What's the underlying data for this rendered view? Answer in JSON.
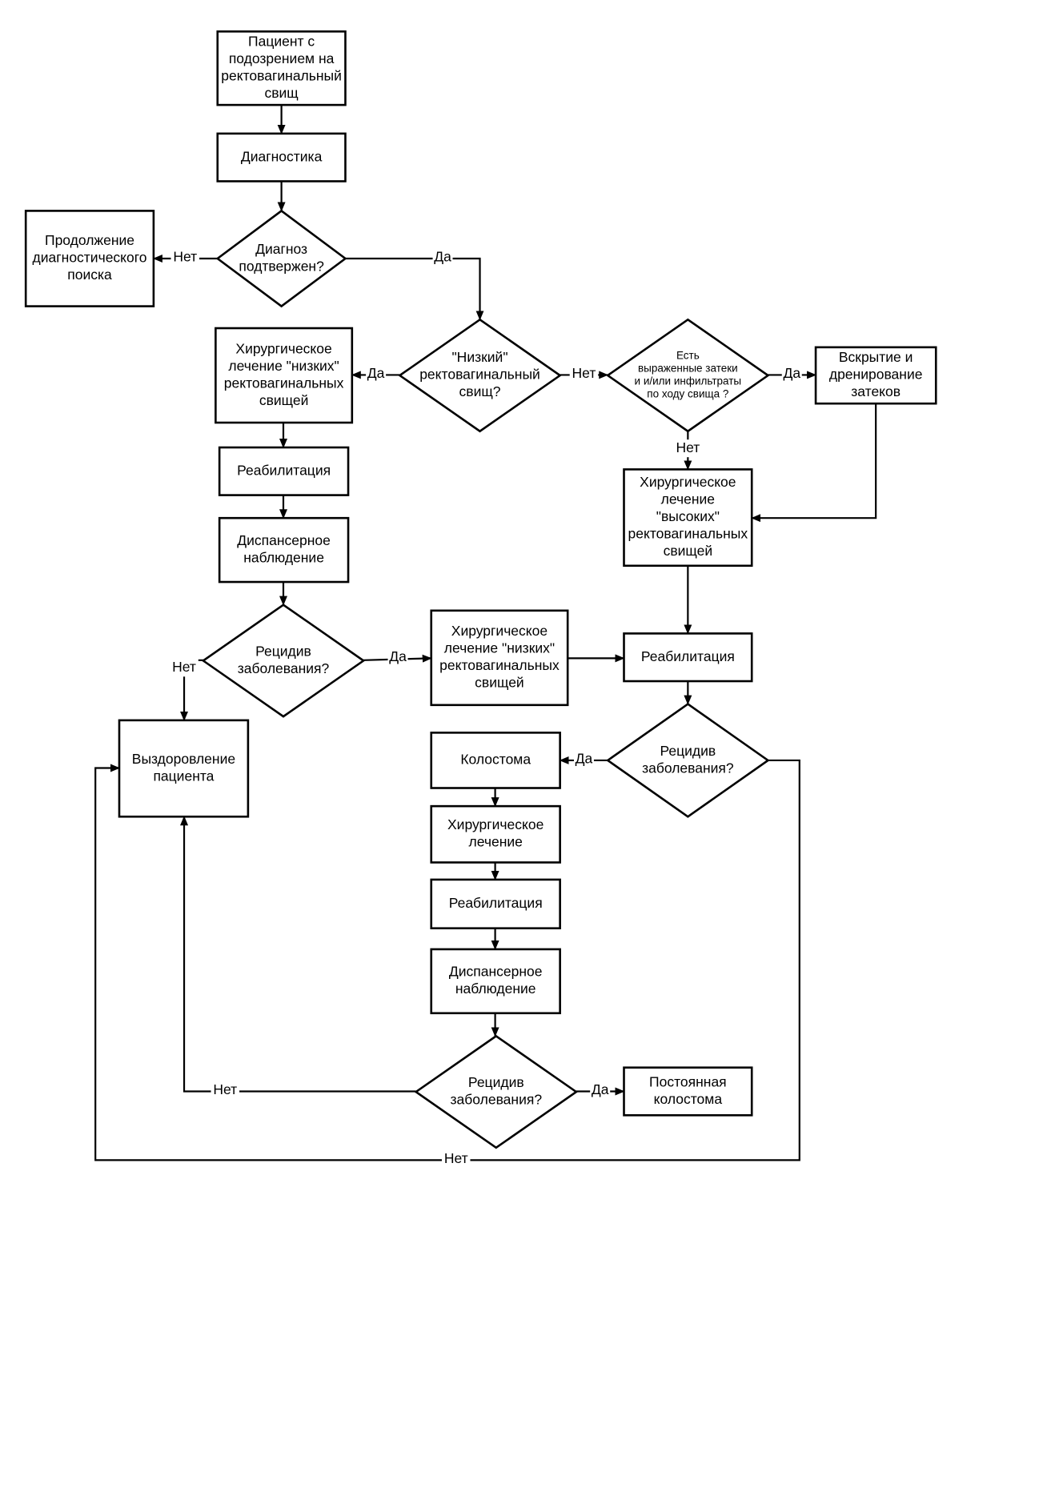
{
  "nodes": {
    "patient": {
      "shape": "box",
      "lines": [
        "Пациент с",
        "подозрением на",
        "ректовагинальный",
        "свищ"
      ]
    },
    "diagnostics": {
      "shape": "box",
      "lines": [
        "Диагностика"
      ]
    },
    "diagnosis_confirmed": {
      "shape": "diamond",
      "lines": [
        "Диагноз",
        "подтвержен?"
      ]
    },
    "continue_search": {
      "shape": "box",
      "lines": [
        "Продолжение",
        "диагностического",
        "поиска"
      ]
    },
    "low_fistula": {
      "shape": "diamond",
      "lines": [
        "\"Низкий\"",
        "ректовагинальный",
        "свищ?"
      ]
    },
    "surgery_low_1": {
      "shape": "box",
      "lines": [
        "Хирургическое",
        "лечение  \"низких\"",
        "ректовагинальных",
        "свищей"
      ]
    },
    "streaks": {
      "shape": "diamond",
      "small": true,
      "lines": [
        "Есть",
        "выраженные затеки",
        "и и/или инфильтраты",
        "по ходу свища ?"
      ]
    },
    "drainage": {
      "shape": "box",
      "lines": [
        "Вскрытие и",
        "дренирование",
        "затеков"
      ]
    },
    "rehab_1": {
      "shape": "box",
      "lines": [
        "Реабилитация"
      ]
    },
    "surgery_high": {
      "shape": "box",
      "lines": [
        "Хирургическое",
        "лечение",
        "\"высоких\"",
        "ректовагинальных",
        "свищей"
      ]
    },
    "followup_1": {
      "shape": "box",
      "lines": [
        "Диспансерное",
        "наблюдение"
      ]
    },
    "relapse_1": {
      "shape": "diamond",
      "lines": [
        "Рецидив",
        "заболевания?"
      ]
    },
    "surgery_low_2": {
      "shape": "box",
      "lines": [
        "Хирургическое",
        "лечение  \"низких\"",
        "ректовагинальных",
        "свищей"
      ]
    },
    "rehab_2": {
      "shape": "box",
      "lines": [
        "Реабилитация"
      ]
    },
    "recovery": {
      "shape": "box",
      "lines": [
        "Выздоровление",
        "пациента"
      ]
    },
    "relapse_2": {
      "shape": "diamond",
      "lines": [
        "Рецидив",
        "заболевания?"
      ]
    },
    "colostomy": {
      "shape": "box",
      "lines": [
        "Колостома"
      ]
    },
    "surgery_3": {
      "shape": "box",
      "lines": [
        "Хирургическое",
        "лечение"
      ]
    },
    "rehab_3": {
      "shape": "box",
      "lines": [
        "Реабилитация"
      ]
    },
    "followup_2": {
      "shape": "box",
      "lines": [
        "Диспансерное",
        "наблюдение"
      ]
    },
    "relapse_3": {
      "shape": "diamond",
      "lines": [
        "Рецидив",
        "заболевания?"
      ]
    },
    "permanent_colostomy": {
      "shape": "box",
      "lines": [
        "Постоянная",
        "колостома"
      ]
    }
  },
  "edges": [
    {
      "from": "patient",
      "to": "diagnostics",
      "label": ""
    },
    {
      "from": "diagnostics",
      "to": "diagnosis_confirmed",
      "label": ""
    },
    {
      "from": "diagnosis_confirmed",
      "to": "continue_search",
      "label": "Нет"
    },
    {
      "from": "diagnosis_confirmed",
      "to": "low_fistula",
      "label": "Да"
    },
    {
      "from": "low_fistula",
      "to": "surgery_low_1",
      "label": "Да"
    },
    {
      "from": "low_fistula",
      "to": "streaks",
      "label": "Нет"
    },
    {
      "from": "streaks",
      "to": "drainage",
      "label": "Да"
    },
    {
      "from": "streaks",
      "to": "surgery_high",
      "label": "Нет"
    },
    {
      "from": "drainage",
      "to": "surgery_high",
      "label": ""
    },
    {
      "from": "surgery_low_1",
      "to": "rehab_1",
      "label": ""
    },
    {
      "from": "rehab_1",
      "to": "followup_1",
      "label": ""
    },
    {
      "from": "followup_1",
      "to": "relapse_1",
      "label": ""
    },
    {
      "from": "relapse_1",
      "to": "recovery",
      "label": "Нет"
    },
    {
      "from": "relapse_1",
      "to": "surgery_low_2",
      "label": "Да"
    },
    {
      "from": "surgery_low_2",
      "to": "rehab_2",
      "label": ""
    },
    {
      "from": "surgery_high",
      "to": "rehab_2",
      "label": ""
    },
    {
      "from": "rehab_2",
      "to": "relapse_2",
      "label": ""
    },
    {
      "from": "relapse_2",
      "to": "colostomy",
      "label": "Да"
    },
    {
      "from": "relapse_2",
      "to": "recovery",
      "label": "Нет"
    },
    {
      "from": "colostomy",
      "to": "surgery_3",
      "label": ""
    },
    {
      "from": "surgery_3",
      "to": "rehab_3",
      "label": ""
    },
    {
      "from": "rehab_3",
      "to": "followup_2",
      "label": ""
    },
    {
      "from": "followup_2",
      "to": "relapse_3",
      "label": ""
    },
    {
      "from": "relapse_3",
      "to": "permanent_colostomy",
      "label": "Да"
    },
    {
      "from": "relapse_3",
      "to": "recovery",
      "label": "Нет"
    }
  ]
}
